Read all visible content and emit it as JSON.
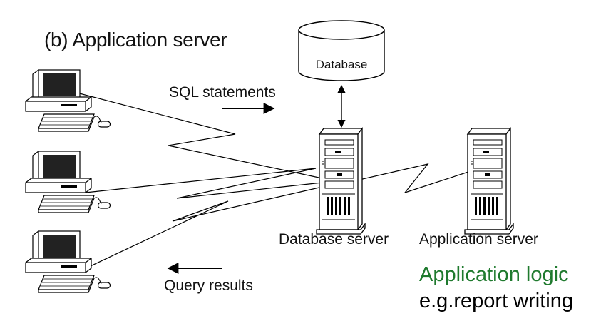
{
  "title": "(b) Application server",
  "database": {
    "label": "Database"
  },
  "arrows": {
    "sql_label": "SQL statements",
    "results_label": "Query results"
  },
  "servers": {
    "database_server_label": "Database server",
    "application_server_label": "Application server"
  },
  "notes": {
    "application_logic": "Application logic",
    "example": "e.g.report writing"
  },
  "colors": {
    "note_green": "#1f7a2e",
    "line": "#000000",
    "screen": "#222222",
    "background": "#ffffff"
  },
  "icons": [
    "desktop-computer-icon",
    "tower-server-icon",
    "database-cylinder-icon"
  ]
}
